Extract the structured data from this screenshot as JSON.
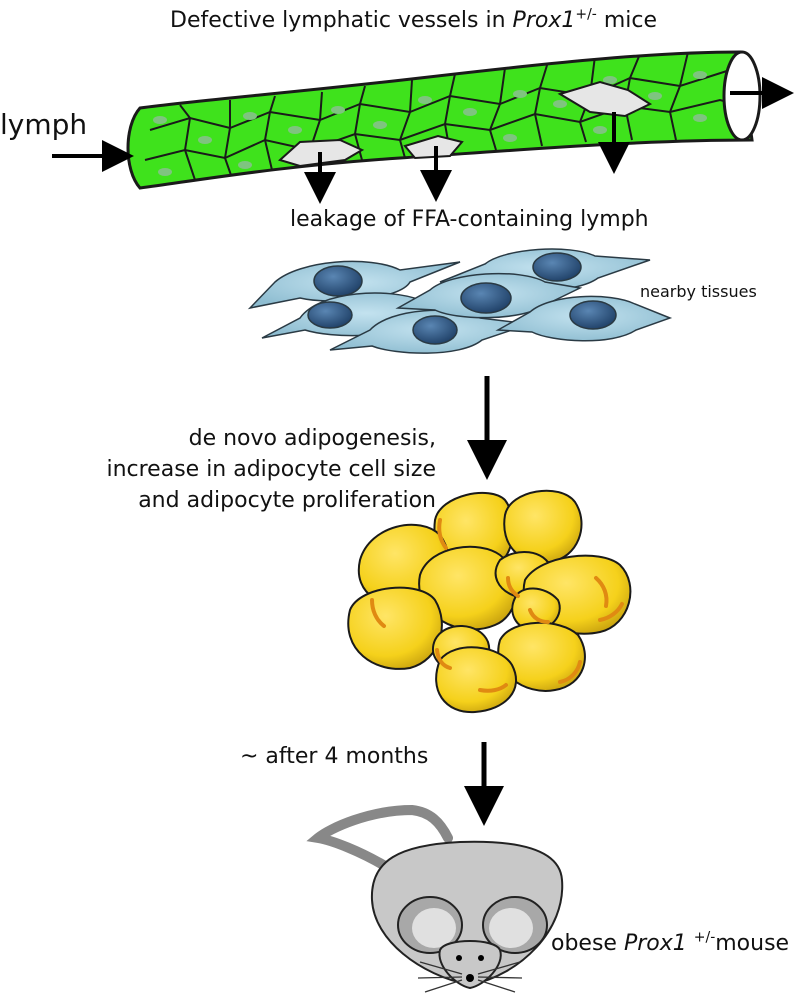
{
  "title": {
    "prefix": "Defective lymphatic vessels in ",
    "gene": "Prox1",
    "genotype": "+/-",
    "suffix": " mice"
  },
  "labels": {
    "lymph": "lymph",
    "leakage": "leakage of FFA-containing lymph",
    "nearby_tissues": "nearby tissues",
    "adipogenesis_lines": [
      "de novo adipogenesis,",
      "increase in adipocyte cell size",
      "and adipocyte proliferation"
    ],
    "time": "~ after 4 months",
    "outcome_prefix": "obese ",
    "outcome_gene": "Prox1",
    "outcome_genotype": "+/-",
    "outcome_suffix": "mouse"
  },
  "colors": {
    "vessel_green": "#3fe21c",
    "vessel_outline": "#1a1a1a",
    "nucleus_green": "#7fc47f",
    "gap_grey": "#e6e6e6",
    "tissue_cell": "#a9cfe0",
    "tissue_nucleus": "#2f5d8a",
    "adipocyte_yellow": "#f5d11b",
    "adipocyte_rim": "#e08a12",
    "mouse_grey": "#c8c8c8"
  }
}
